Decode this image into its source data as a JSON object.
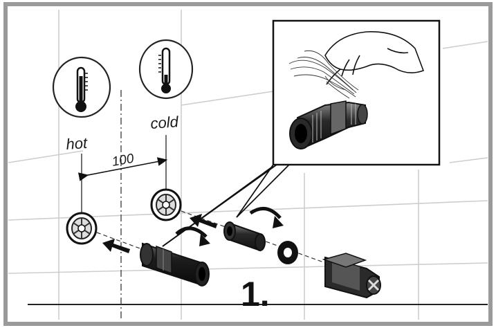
{
  "labels": {
    "hot": "hot",
    "cold": "cold",
    "distance": "100",
    "step": "1."
  },
  "icons": [
    "thermometer-icon",
    "thermometer-icon",
    "direction-arrow-icon",
    "rotate-arrow-icon",
    "hand-icon"
  ],
  "colors": {
    "frame": "#9a9a9a",
    "ink": "#111111",
    "wall": "#bdbdbd",
    "tile_grout": "#cfcfcf"
  }
}
